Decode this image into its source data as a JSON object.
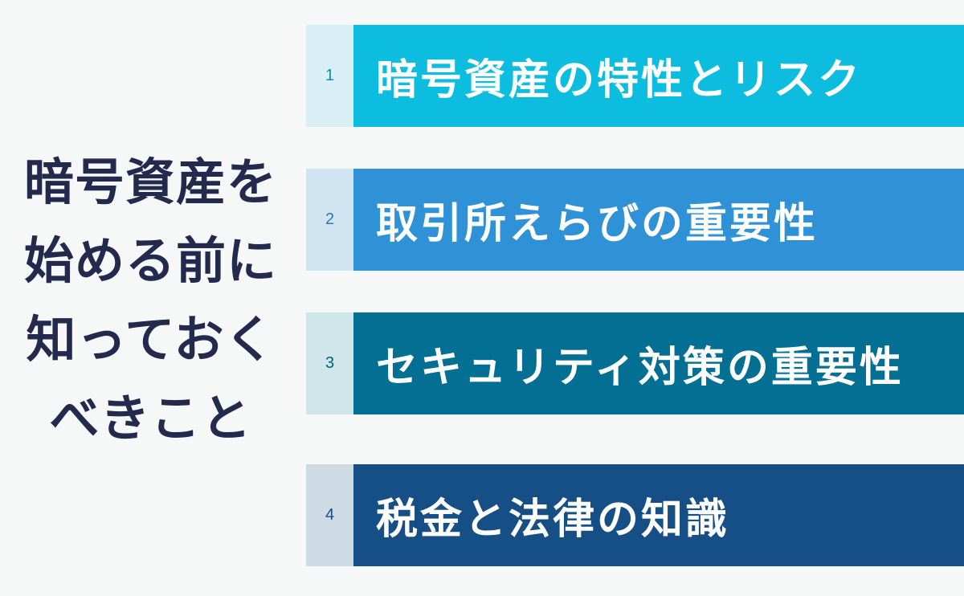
{
  "heading": {
    "lines": [
      "暗号資産を",
      "始める前に",
      "知っておく",
      "べきこと"
    ]
  },
  "items": [
    {
      "number": "1",
      "label": "暗号資産の特性とリスク",
      "color": "#0dbde0",
      "tab_color": "#d7eff5",
      "number_color": "#0a8fb0"
    },
    {
      "number": "2",
      "label": "取引所えらびの重要性",
      "color": "#2f91d6",
      "tab_color": "#d1e4f2",
      "number_color": "#2878b6"
    },
    {
      "number": "3",
      "label": "セキュリティ対策の重要性",
      "color": "#036f93",
      "tab_color": "#cfe6ea",
      "number_color": "#035f7d"
    },
    {
      "number": "4",
      "label": "税金と法律の知識",
      "color": "#164f86",
      "tab_color": "#cfdbe4",
      "number_color": "#164f86"
    }
  ]
}
